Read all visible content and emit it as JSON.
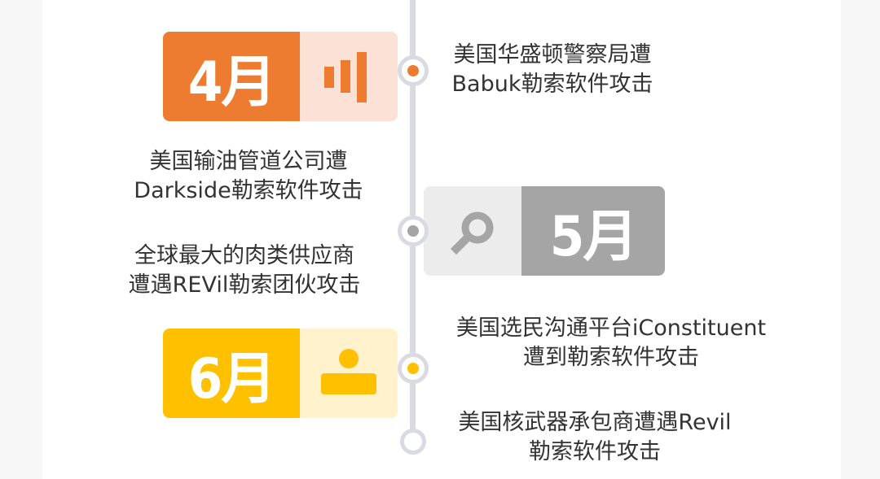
{
  "colors": {
    "april": "#ee7c30",
    "april_light": "#fce2d6",
    "may": "#a5a5a5",
    "may_light": "#ececec",
    "june": "#ffc000",
    "june_light": "#fff2cc",
    "line": "#dadbe2",
    "text": "#333333"
  },
  "milestones": [
    {
      "month": "4月",
      "icon": "bar-chart-icon"
    },
    {
      "month": "5月",
      "icon": "search-icon"
    },
    {
      "month": "6月",
      "icon": "user-icon"
    }
  ],
  "events": [
    {
      "lines": [
        "美国华盛顿警察局遭",
        "Babuk勒索软件攻击"
      ]
    },
    {
      "lines": [
        "美国输油管道公司遭",
        "Darkside勒索软件攻击"
      ]
    },
    {
      "lines": [
        "全球最大的肉类供应商",
        "遭遇REVil勒索团伙攻击"
      ]
    },
    {
      "lines": [
        "美国选民沟通平台iConstituent",
        "遭到勒索软件攻击"
      ]
    },
    {
      "lines": [
        "美国核武器承包商遭遇Revil",
        "勒索软件攻击"
      ]
    }
  ]
}
